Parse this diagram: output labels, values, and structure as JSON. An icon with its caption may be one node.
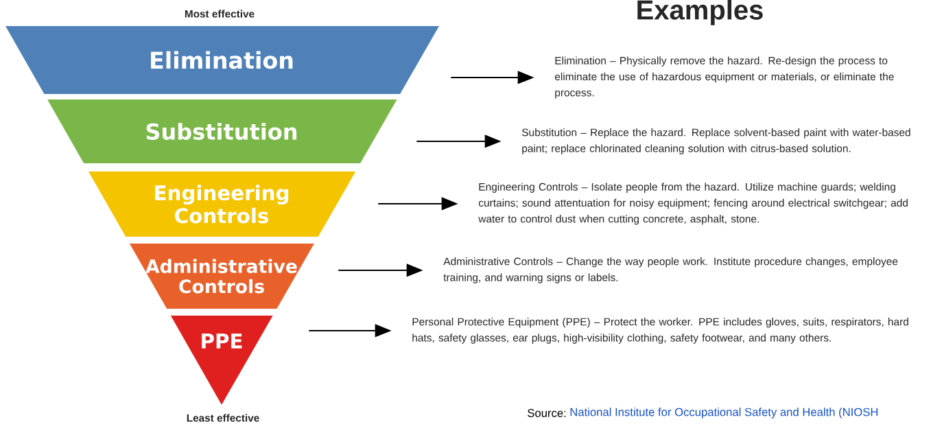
{
  "diagram": {
    "title": "Examples",
    "nodes": [
      {
        "text": [
          "Elimination"
        ]
      },
      {
        "text": [
          "Substitution"
        ]
      },
      {
        "text": [
          "Engineering Controls"
        ]
      },
      {
        "text": [
          "Administrative Controls"
        ]
      },
      {
        "text": [
          "PPE"
        ]
      },
      {
        "text": [
          "Elimination – Physically remove the hazard. Re-design the process to eliminate the use of hazardous equipment or materials, or eliminate the process."
        ]
      },
      {
        "text": [
          "Substitution – Replace the hazard. Replace solvent-based paint with water-based paint; replace chlorinated cleaning solution with citrus-based solution."
        ]
      },
      {
        "text": [
          "Engineering Controls – Isolate people from the hazard. Utilize machine guards; welding curtains; sound attentuation for noisy equipment; fencing around electrical switchgear; add water to control dust when cutting concrete, asphalt, stone."
        ]
      },
      {
        "text": [
          "Administrative Controls – Change the way people work. Institute procedure changes, employee training, and warning signs or labels."
        ]
      },
      {
        "text": [
          "Personal Protective Equipment (PPE) – Protect the worker. PPE includes gloves, suits, respirators, hard hats, safety glasses, ear plugs, high-visibility clothing, safety footwear, and many others."
        ]
      }
    ],
    "edges": [
      {
        "from": 0,
        "to": 5,
        "arrow": "to"
      },
      {
        "from": 1,
        "to": 6,
        "arrow": "to"
      },
      {
        "from": 2,
        "to": 7,
        "arrow": "to"
      },
      {
        "from": 3,
        "to": 8,
        "arrow": "to"
      },
      {
        "from": 4,
        "to": 9,
        "arrow": "to"
      }
    ],
    "labels": [
      "Most effective",
      "Least effective",
      "Source:",
      "National Institute for Occupational Safety and Health (NIOSH"
    ]
  }
}
